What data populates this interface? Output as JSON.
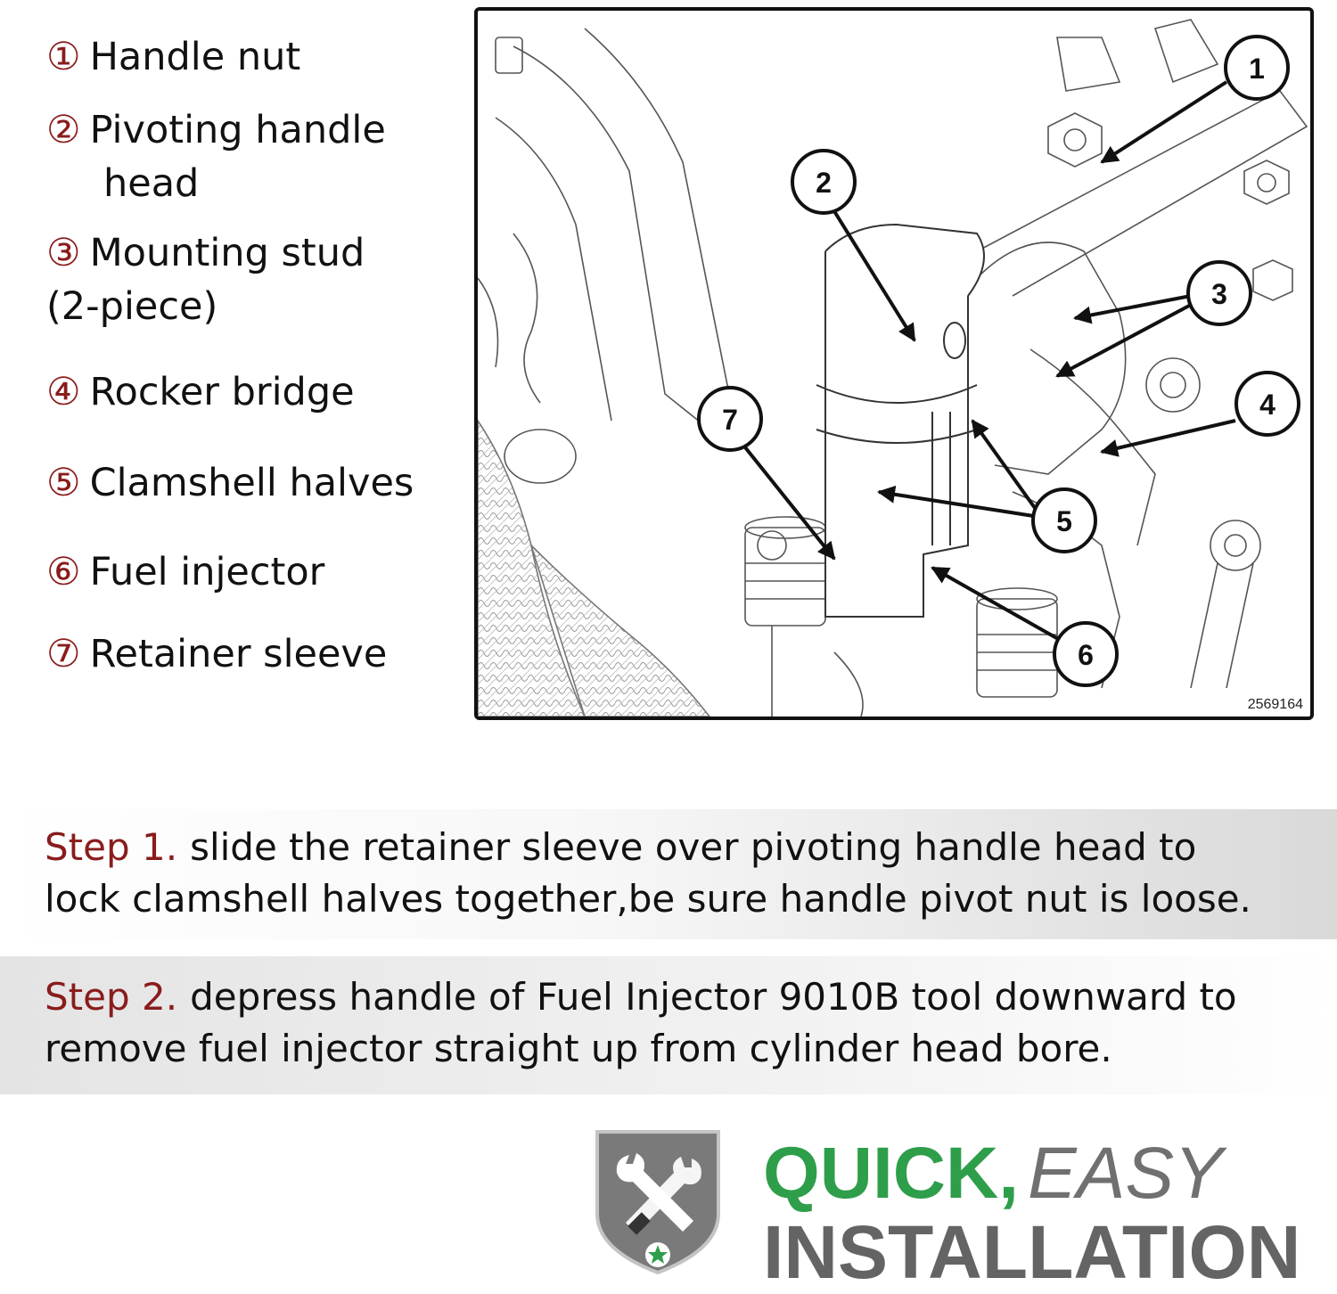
{
  "legend": [
    {
      "num": "①",
      "text": "Handle nut"
    },
    {
      "num": "②",
      "text": "Pivoting handle",
      "text2": "head"
    },
    {
      "num": "③",
      "text": "Mounting stud",
      "text2": "(2-piece)"
    },
    {
      "num": "④",
      "text": "Rocker bridge"
    },
    {
      "num": "⑤",
      "text": "Clamshell halves"
    },
    {
      "num": "⑥",
      "text": "Fuel injector"
    },
    {
      "num": "⑦",
      "text": "Retainer sleeve"
    }
  ],
  "diagram": {
    "callouts": [
      "1",
      "2",
      "3",
      "4",
      "5",
      "6",
      "7"
    ],
    "code": "2569164"
  },
  "steps": [
    {
      "label": "Step 1.",
      "line1": "slide the retainer sleeve over pivoting handle head to",
      "line2": "lock clamshell halves together,be sure handle pivot nut is loose."
    },
    {
      "label": "Step 2.",
      "line1": "depress handle of Fuel Injector 9010B tool downward to",
      "line2": "remove fuel injector straight up from cylinder head bore."
    }
  ],
  "tagline": {
    "quick": "QUICK,",
    "easy": "EASY",
    "installation": "INSTALLATION"
  },
  "colors": {
    "accent_red": "#8a1c1c",
    "green": "#2e9e4a",
    "gray": "#646464"
  },
  "icons": [
    "wrench-icon",
    "star-icon",
    "shield-icon"
  ]
}
